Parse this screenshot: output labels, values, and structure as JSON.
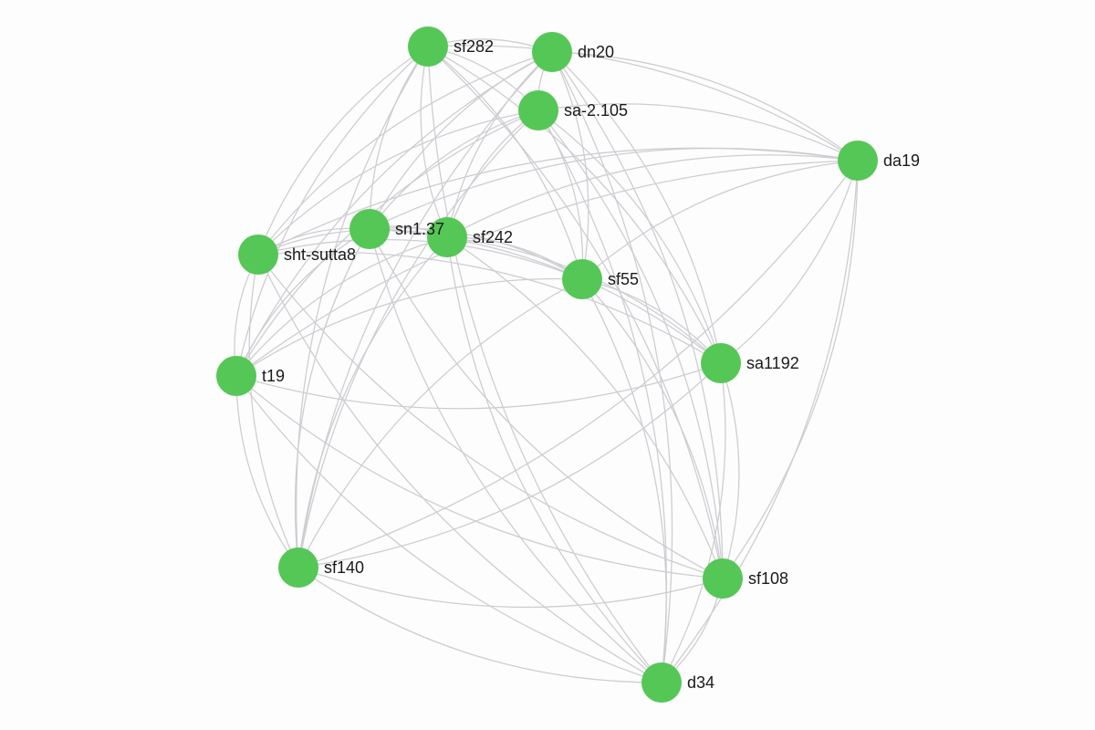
{
  "graph": {
    "node_color": "#55c757",
    "edge_color": "#cfcdd2",
    "background": "#fdfdfd",
    "complete_graph": true,
    "nodes": [
      {
        "id": "sf282",
        "label": "sf282"
      },
      {
        "id": "dn20",
        "label": "dn20"
      },
      {
        "id": "sa-2.105",
        "label": "sa-2.105"
      },
      {
        "id": "da19",
        "label": "da19"
      },
      {
        "id": "sn1.37",
        "label": "sn1.37"
      },
      {
        "id": "sf242",
        "label": "sf242"
      },
      {
        "id": "sht-sutta8",
        "label": "sht-sutta8"
      },
      {
        "id": "sf55",
        "label": "sf55"
      },
      {
        "id": "sa1192",
        "label": "sa1192"
      },
      {
        "id": "t19",
        "label": "t19"
      },
      {
        "id": "sf140",
        "label": "sf140"
      },
      {
        "id": "sf108",
        "label": "sf108"
      },
      {
        "id": "d34",
        "label": "d34"
      }
    ]
  }
}
